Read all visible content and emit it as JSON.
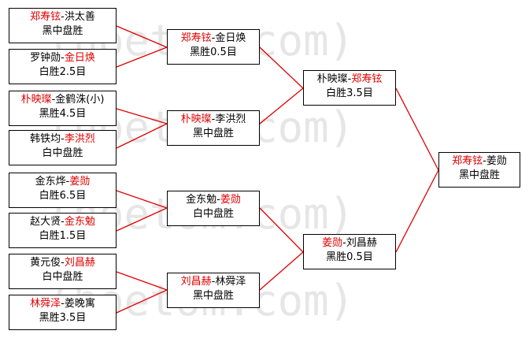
{
  "watermark": "(hoetom.com)",
  "colors": {
    "winner": "#e00000",
    "line": "#e00000",
    "border": "#000000"
  },
  "round1": [
    {
      "p1": "郑寿铉",
      "p2": "洪太善",
      "winner": 1,
      "result": "黑中盘胜"
    },
    {
      "p1": "罗钟勋",
      "p2": "金日焕",
      "winner": 2,
      "result": "白胜2.5目"
    },
    {
      "p1": "朴映璨",
      "p2": "金鹤洙(小)",
      "winner": 1,
      "result": "黑胜4.5目"
    },
    {
      "p1": "韩铁均",
      "p2": "李洪烈",
      "winner": 2,
      "result": "白中盘胜"
    },
    {
      "p1": "金东烨",
      "p2": "姜勋",
      "winner": 2,
      "result": "白胜6.5目"
    },
    {
      "p1": "赵大贤",
      "p2": "金东勉",
      "winner": 2,
      "result": "白胜1.5目"
    },
    {
      "p1": "黄元俊",
      "p2": "刘昌赫",
      "winner": 2,
      "result": "白中盘胜"
    },
    {
      "p1": "林舜泽",
      "p2": "姜晚寓",
      "winner": 1,
      "result": "黑胜3.5目"
    }
  ],
  "round2": [
    {
      "p1": "郑寿铉",
      "p2": "金日焕",
      "winner": 1,
      "result": "黑胜0.5目"
    },
    {
      "p1": "朴映璨",
      "p2": "李洪烈",
      "winner": 1,
      "result": "黑中盘胜"
    },
    {
      "p1": "金东勉",
      "p2": "姜勋",
      "winner": 2,
      "result": "白中盘胜"
    },
    {
      "p1": "刘昌赫",
      "p2": "林舜泽",
      "winner": 1,
      "result": "黑中盘胜"
    }
  ],
  "round3": [
    {
      "p1": "朴映璨",
      "p2": "郑寿铉",
      "winner": 2,
      "result": "白胜3.5目"
    },
    {
      "p1": "姜勋",
      "p2": "刘昌赫",
      "winner": 1,
      "result": "黑胜0.5目"
    }
  ],
  "final": [
    {
      "p1": "郑寿铉",
      "p2": "姜勋",
      "winner": 1,
      "result": "黑中盘胜"
    }
  ]
}
